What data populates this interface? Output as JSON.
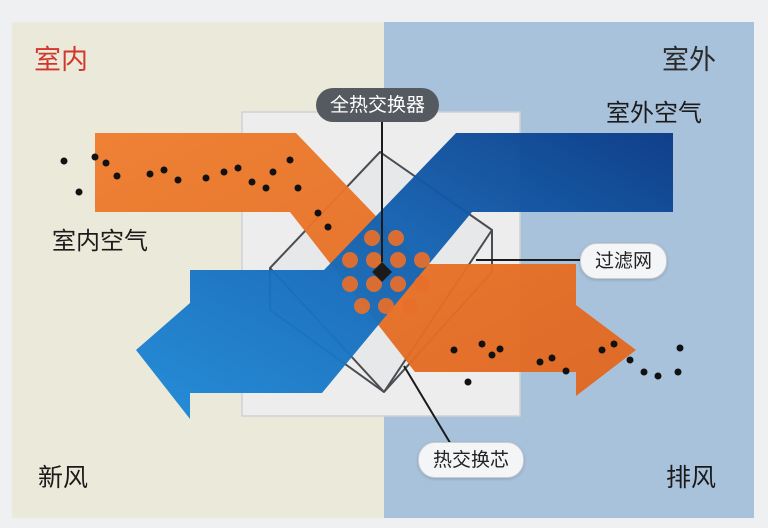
{
  "labels": {
    "indoor": "室内",
    "outdoor": "室外",
    "outdoor_air": "室外空气",
    "indoor_air": "室内空气",
    "fresh_air": "新风",
    "exhaust_air": "排风"
  },
  "callouts": {
    "heat_exchanger": "全热交换器",
    "filter": "过滤网",
    "exchange_core": "热交换芯"
  },
  "colors": {
    "indoor_bg": "#ebeada",
    "outdoor_bg": "#a9c2dc",
    "warm_flow": "#e8762a",
    "cool_flow": "#1677c6",
    "indoor_title": "#d2362c"
  },
  "icons": [
    "exchange-core-icon",
    "particle-dot-icon",
    "arrow-icon"
  ]
}
